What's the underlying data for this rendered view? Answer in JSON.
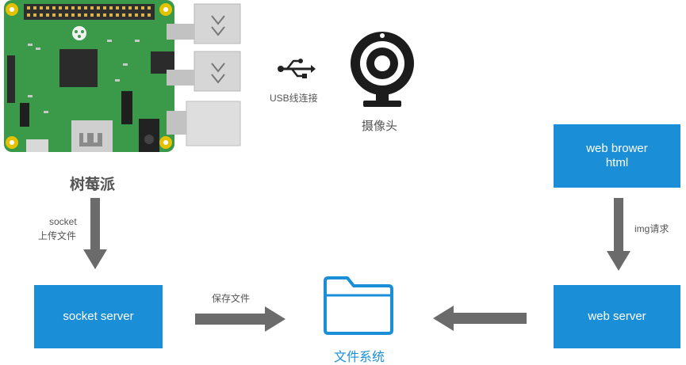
{
  "raspberry_pi": {
    "label": "树莓派"
  },
  "usb": {
    "label": "USB线连接",
    "icon": "usb-icon"
  },
  "camera": {
    "label": "摄像头",
    "icon": "webcam-icon"
  },
  "edges": {
    "pi_to_socket": {
      "line1": "socket",
      "line2": "上传文件"
    },
    "socket_to_fs": {
      "label": "保存文件"
    },
    "browser_to_web": {
      "label": "img请求"
    }
  },
  "nodes": {
    "socket_server": {
      "label": "socket server"
    },
    "web_browser": {
      "line1": "web brower",
      "line2": "html"
    },
    "web_server": {
      "label": "web server"
    },
    "filesystem": {
      "label": "文件系统",
      "icon": "folder-icon"
    }
  },
  "colors": {
    "accent": "#1a8fd8",
    "arrow": "#6b6b6b",
    "board": "#3a9a49"
  }
}
